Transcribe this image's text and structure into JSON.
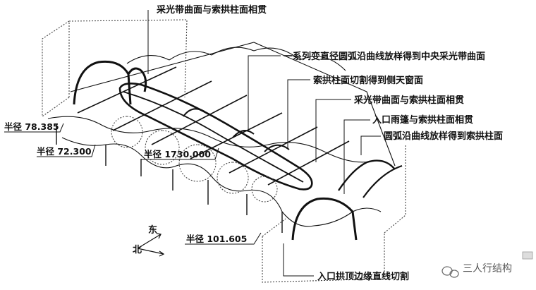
{
  "labels": {
    "top_intersection": "采光带曲面与索拱柱面相贯",
    "lofted_center": "一系列变直径圆弧沿曲线放样得到中央采光带曲面",
    "side_window": "索拱柱面切割得到侧天窗面",
    "mid_intersection": "采光带曲面与索拱柱面相贯",
    "canopy_intersection": "入口雨篷与索拱柱面相贯",
    "arc_lofted_cylinder": "圆弧沿曲线放样得到索拱柱面",
    "entrance_cut": "入口拱顶边缘直线切割"
  },
  "dimensions": {
    "r1": "半径 78.385",
    "r2": "半径 72.300",
    "r3": "半径 1730.000",
    "r4": "半径 101.605"
  },
  "compass": {
    "east": "东",
    "north": "北"
  },
  "watermark": {
    "text": "三人行结构"
  },
  "colors": {
    "line": "#111111",
    "dotted": "#444444"
  }
}
